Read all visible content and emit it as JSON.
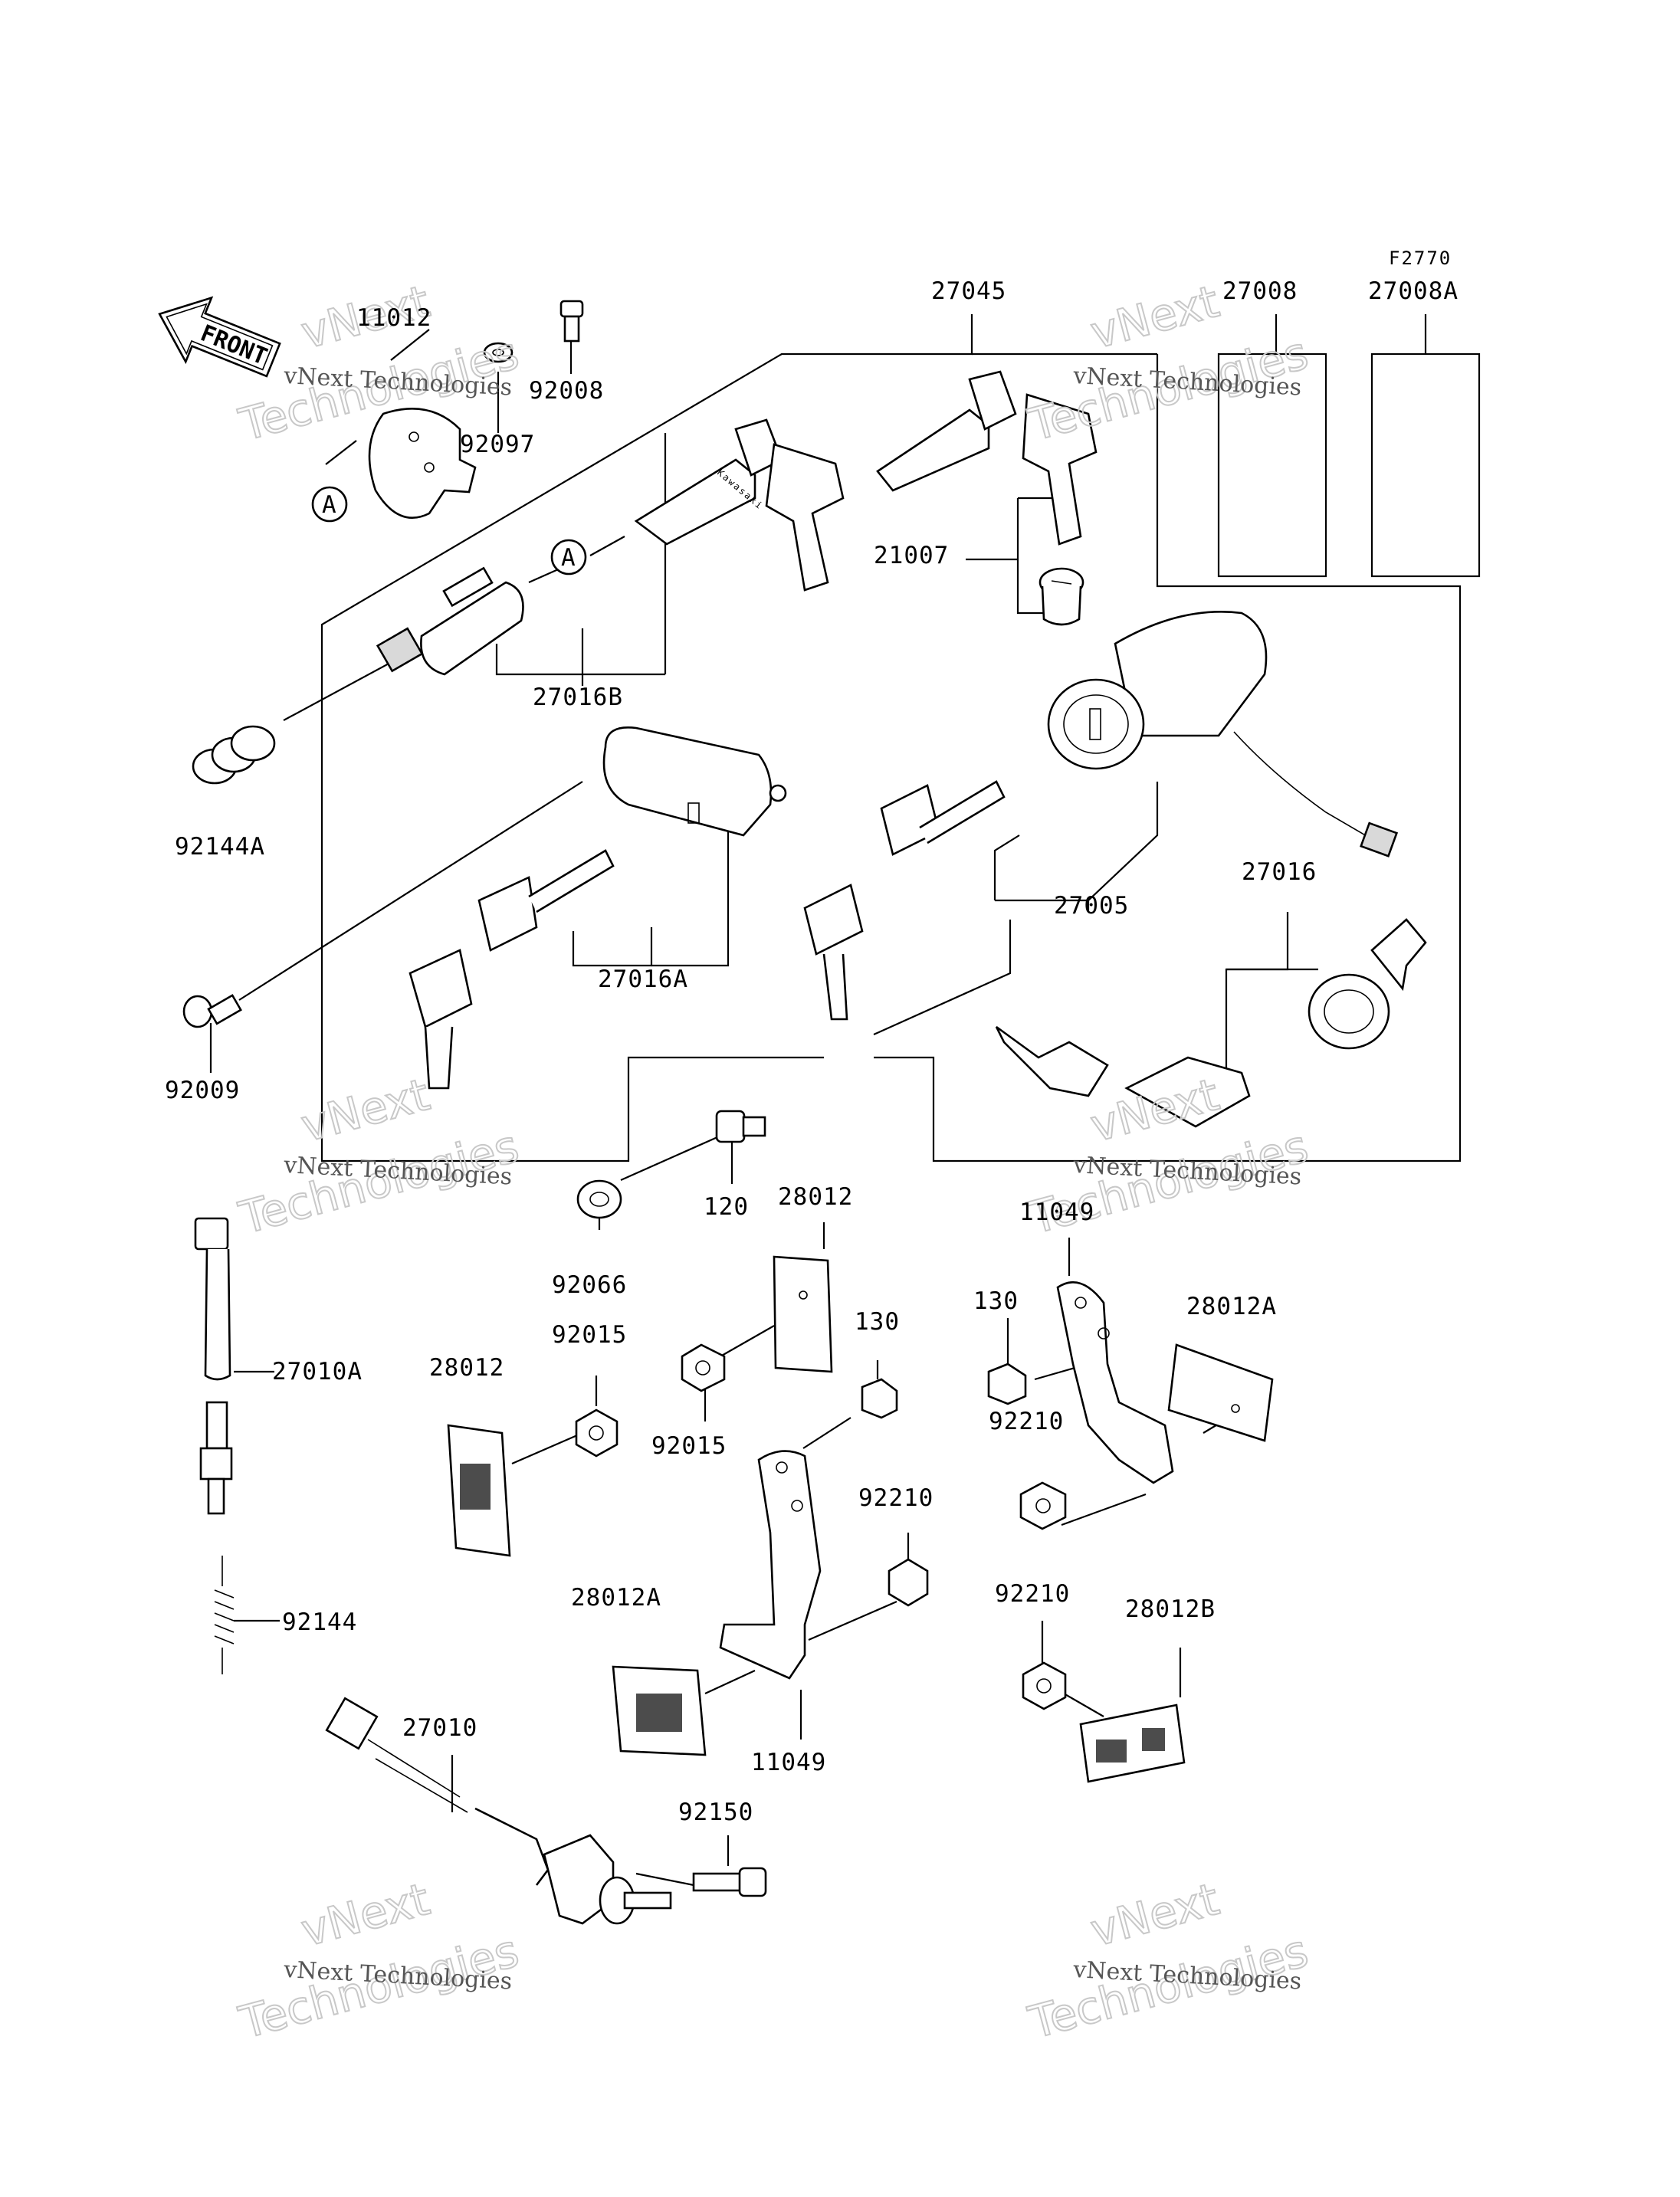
{
  "figure_code": "F2770",
  "front_label": "FRONT",
  "callout_letter": "A",
  "key_brand": "Kawasaki",
  "watermark": {
    "line1": "vNext Technologies",
    "line2": "vNext",
    "line3": "Technologies"
  },
  "parts": {
    "p11012": "11012",
    "p92008": "92008",
    "p92097": "92097",
    "p27045": "27045",
    "p27008": "27008",
    "p27008A": "27008A",
    "p21007": "21007",
    "p27016B": "27016B",
    "p92144A": "92144A",
    "p27005": "27005",
    "p27016": "27016",
    "p27016A": "27016A",
    "p92009": "92009",
    "p120": "120",
    "p28012_top": "28012",
    "p11049_top": "11049",
    "p92066": "92066",
    "p130_right": "130",
    "p28012A_right": "28012A",
    "p92015_left": "92015",
    "p130_mid": "130",
    "p27010A": "27010A",
    "p28012_left": "28012",
    "p92015_mid": "92015",
    "p92210_right": "92210",
    "p92210_mid": "92210",
    "p92144": "92144",
    "p28012A_mid": "28012A",
    "p92210_low": "92210",
    "p28012B": "28012B",
    "p27010": "27010",
    "p11049_low": "11049",
    "p92150": "92150"
  }
}
